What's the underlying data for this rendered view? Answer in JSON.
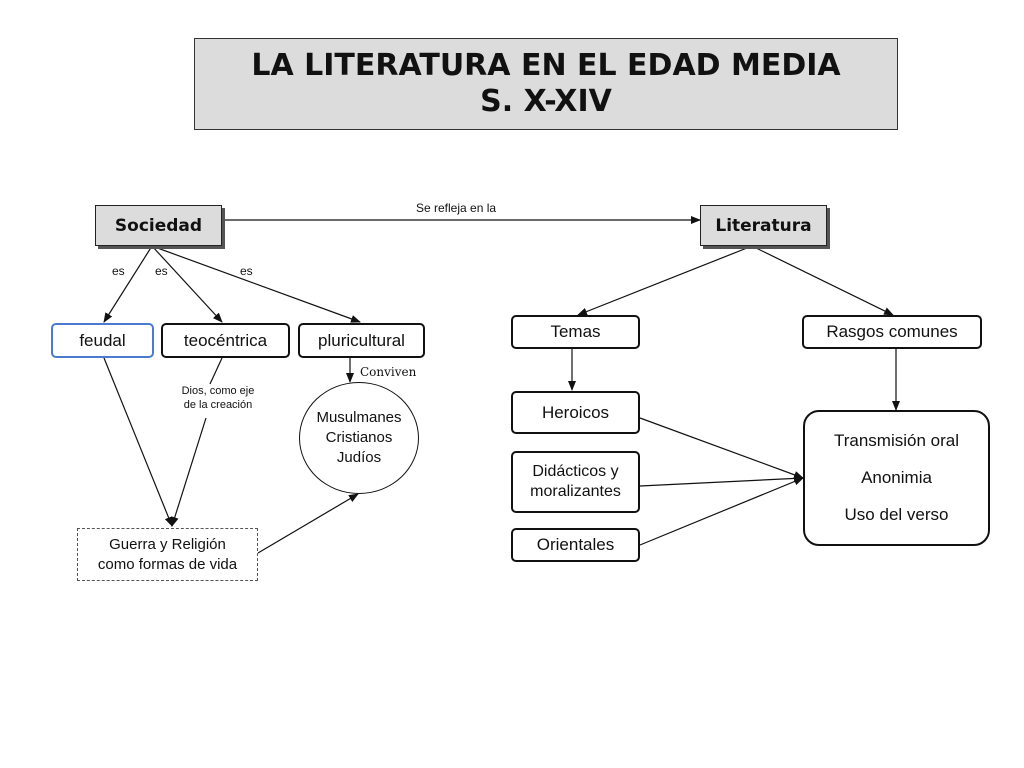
{
  "title": {
    "line1": "LA LITERATURA EN EL EDAD MEDIA",
    "line2": "S. X-XIV"
  },
  "nodes": {
    "sociedad": "Sociedad",
    "literatura": "Literatura",
    "feudal": "feudal",
    "teocentrica": "teocéntrica",
    "pluricultural": "pluricultural",
    "guerra_line1": "Guerra y Religión",
    "guerra_line2": "como formas de vida",
    "culturas": [
      "Musulmanes",
      "Cristianos",
      "Judíos"
    ],
    "temas": "Temas",
    "rasgos": "Rasgos comunes",
    "heroicos": "Heroicos",
    "didacticos_line1": "Didácticos y",
    "didacticos_line2": "moralizantes",
    "orientales": "Orientales",
    "rasgos_items": [
      "Transmisión oral",
      "Anonimia",
      "Uso del verso"
    ]
  },
  "links": {
    "se_refleja": "Se refleja en la",
    "es_1": "es",
    "es_2": "es",
    "es_3": "es",
    "conviven": "Conviven",
    "dios_line1": "Dios, como eje",
    "dios_line2": "de la creación"
  }
}
